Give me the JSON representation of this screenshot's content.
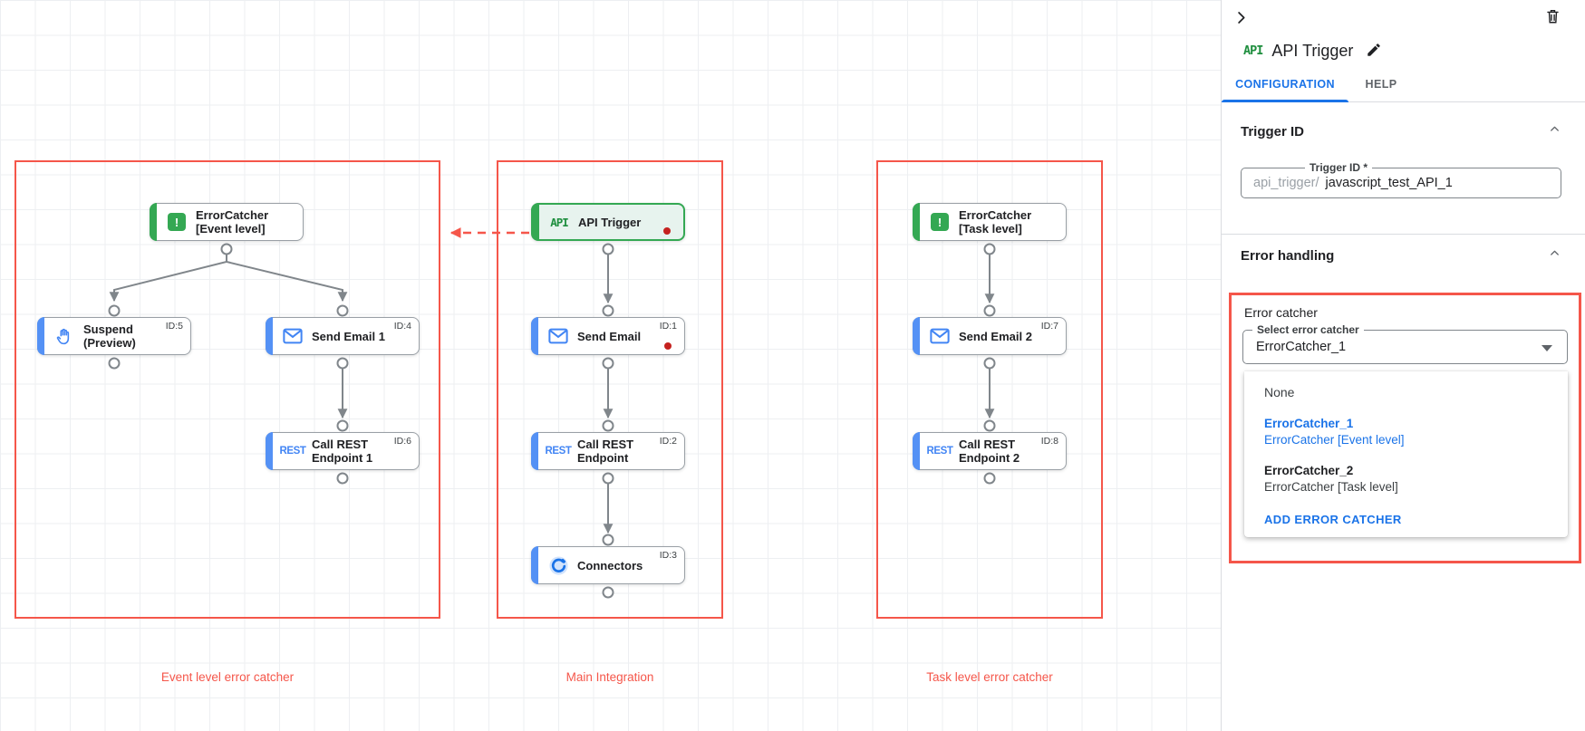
{
  "colors": {
    "group_outline_red": "#f5564a",
    "link_blue": "#1a73e8",
    "node_stripe_blue": "#5491f5",
    "node_green": "#34a853",
    "status_dot_red": "#c5221f",
    "edge_gray": "#80868b"
  },
  "canvas": {
    "groups": [
      {
        "label": "Event level error catcher"
      },
      {
        "label": "Main Integration"
      },
      {
        "label": "Task level error catcher"
      }
    ],
    "icons": {
      "rest_label": "REST",
      "api_label": "API",
      "error_mark": "!"
    },
    "nodes": {
      "error_catcher_event": {
        "title": "ErrorCatcher\n[Event level]"
      },
      "suspend": {
        "title": "Suspend\n(Preview)",
        "id": "ID:5"
      },
      "send_email_1": {
        "title": "Send Email 1",
        "id": "ID:4"
      },
      "call_rest_1": {
        "title": "Call REST\nEndpoint 1",
        "id": "ID:6"
      },
      "api_trigger": {
        "title": "API Trigger"
      },
      "send_email": {
        "title": "Send Email",
        "id": "ID:1"
      },
      "call_rest": {
        "title": "Call REST\nEndpoint",
        "id": "ID:2"
      },
      "connectors": {
        "title": "Connectors",
        "id": "ID:3"
      },
      "error_catcher_task": {
        "title": "ErrorCatcher\n[Task level]"
      },
      "send_email_2": {
        "title": "Send Email 2",
        "id": "ID:7"
      },
      "call_rest_2": {
        "title": "Call REST\nEndpoint 2",
        "id": "ID:8"
      }
    }
  },
  "panel": {
    "logo_text": "API",
    "title": "API Trigger",
    "tabs": [
      {
        "label": "CONFIGURATION"
      },
      {
        "label": "HELP"
      }
    ],
    "trigger_id": {
      "heading": "Trigger ID",
      "field_label": "Trigger ID *",
      "prefix": "api_trigger/",
      "value": "javascript_test_API_1"
    },
    "error_handling": {
      "heading": "Error handling",
      "group_label": "Error catcher",
      "select_label": "Select error catcher",
      "select_value": "ErrorCatcher_1",
      "options": [
        {
          "name": "None"
        },
        {
          "name": "ErrorCatcher_1",
          "desc": "ErrorCatcher [Event level]"
        },
        {
          "name": "ErrorCatcher_2",
          "desc": "ErrorCatcher [Task level]"
        }
      ],
      "add_button": "ADD ERROR CATCHER"
    }
  }
}
